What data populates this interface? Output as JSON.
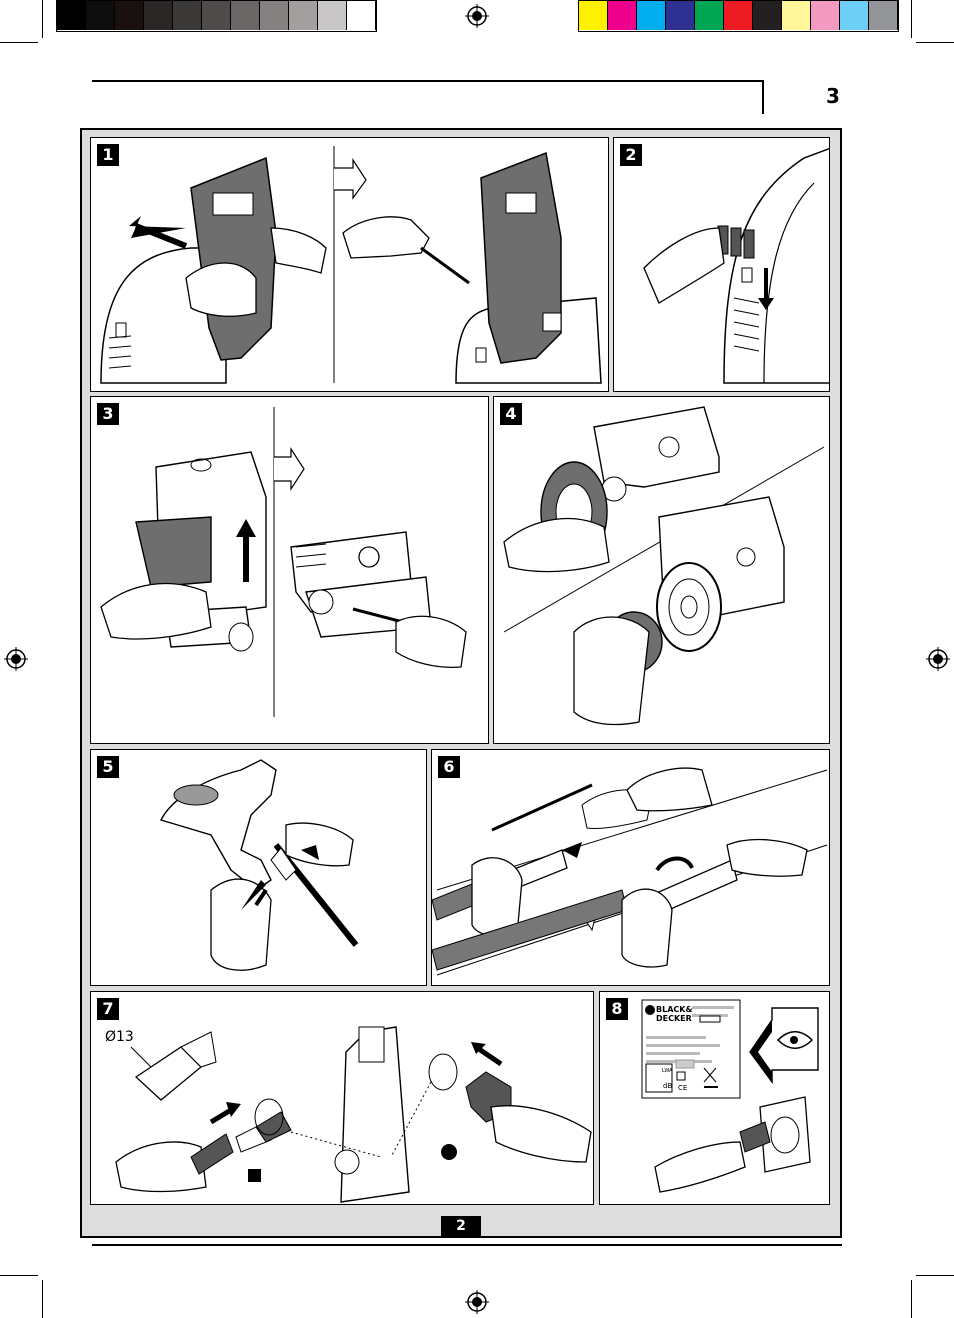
{
  "header": {
    "page_number": "3"
  },
  "colors": {
    "grayscale_swatches": [
      "#000000",
      "#0d0d0d",
      "#1a1010",
      "#2a2626",
      "#3b3838",
      "#4f4b4b",
      "#6a6666",
      "#858181",
      "#a39f9f",
      "#c8c6c6",
      "#ffffff"
    ],
    "process_swatches": [
      "#fff200",
      "#ec008c",
      "#00aeef",
      "#2e3192",
      "#00a651",
      "#ed1c24",
      "#231f20",
      "#fff799",
      "#f49ac1",
      "#6dcff6",
      "#939598"
    ],
    "frame_background": "#dddddd"
  },
  "panels": [
    {
      "number": "1"
    },
    {
      "number": "2"
    },
    {
      "number": "3"
    },
    {
      "number": "4"
    },
    {
      "number": "5"
    },
    {
      "number": "6"
    },
    {
      "number": "7",
      "dimension_label": "Ø13"
    },
    {
      "number": "8",
      "label_brand_line1": "BLACK&",
      "label_brand_line2": "DECKER",
      "label_db": "dB",
      "label_ce": "CE",
      "label_lwa": "LWA"
    }
  ],
  "footer": {
    "page_badge": "2"
  }
}
